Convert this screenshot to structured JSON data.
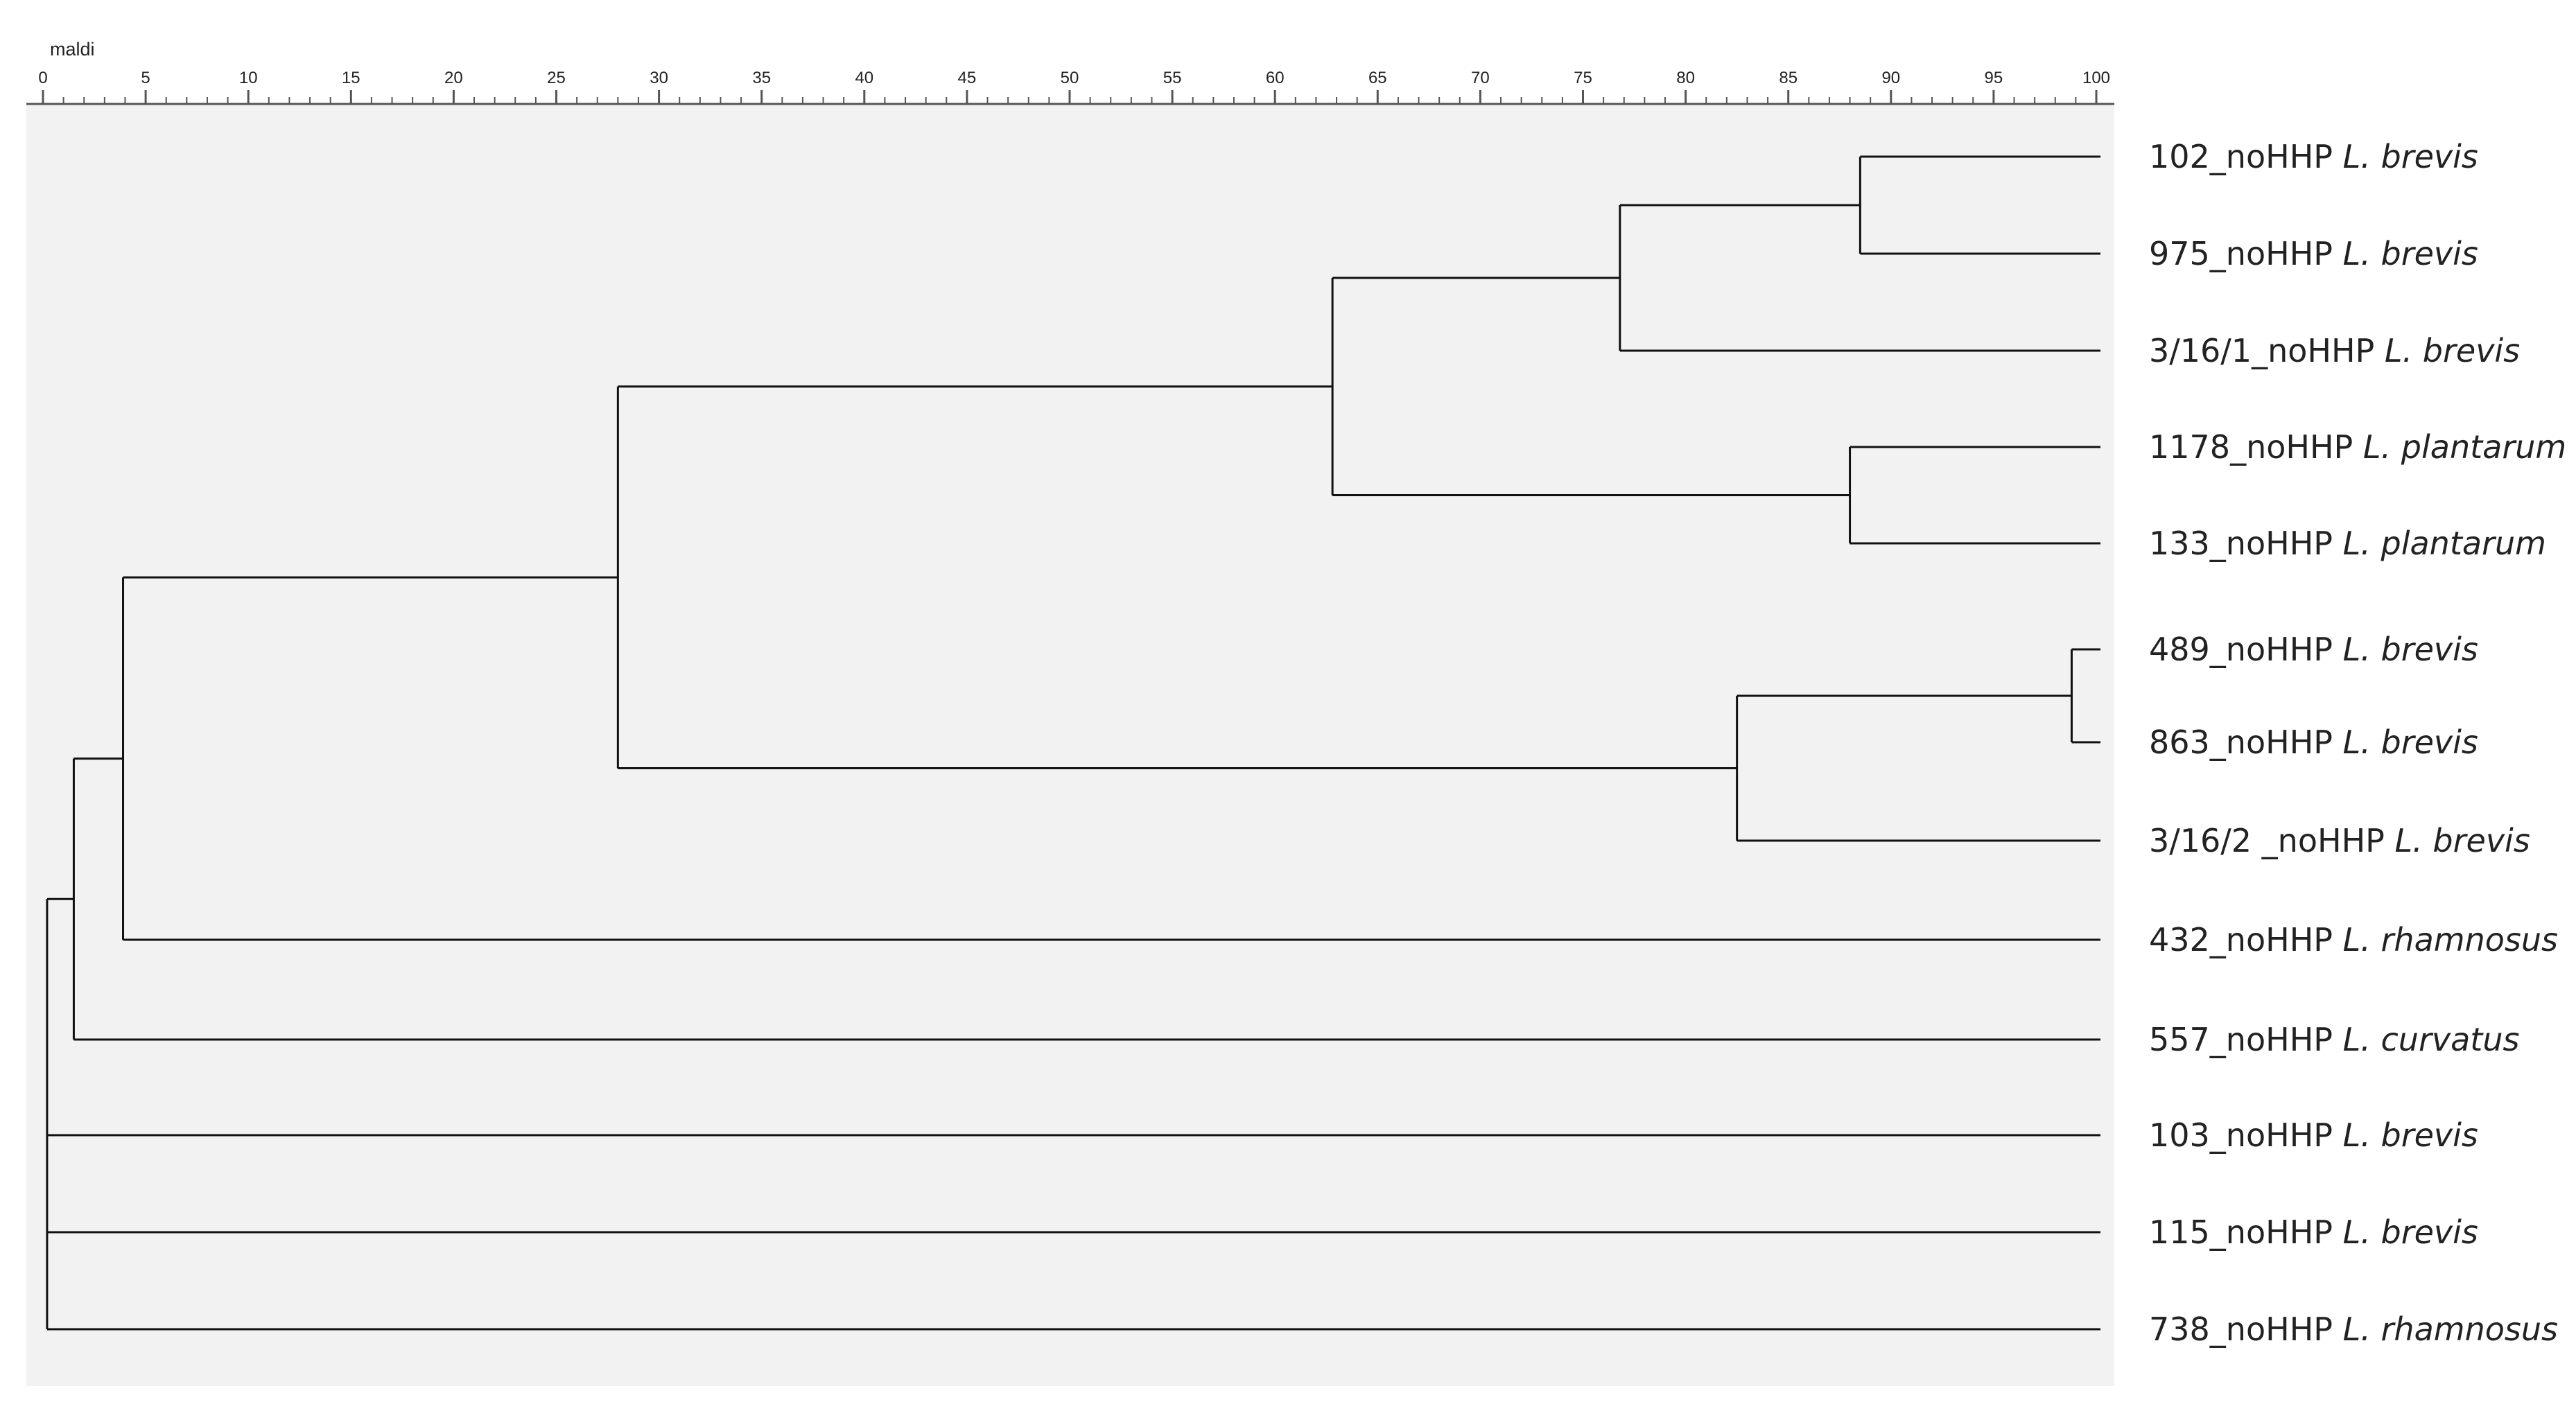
{
  "scale": {
    "title": "maldi",
    "range": [
      0,
      100
    ],
    "major_ticks": [
      0,
      5,
      10,
      15,
      20,
      25,
      30,
      35,
      40,
      45,
      50,
      55,
      60,
      65,
      70,
      75,
      80,
      85,
      90,
      95,
      100
    ],
    "minor_step": 1
  },
  "leaves": [
    {
      "id": "l1",
      "strain": "102_noHHP",
      "species": "L. brevis"
    },
    {
      "id": "l2",
      "strain": "975_noHHP",
      "species": "L. brevis"
    },
    {
      "id": "l3",
      "strain": "3/16/1_noHHP",
      "species": "L. brevis"
    },
    {
      "id": "l4",
      "strain": "1178_noHHP",
      "species": "L. plantarum"
    },
    {
      "id": "l5",
      "strain": "133_noHHP",
      "species": "L. plantarum"
    },
    {
      "id": "l6",
      "strain": "489_noHHP ",
      "species": "L. brevis"
    },
    {
      "id": "l7",
      "strain": "863_noHHP",
      "species": "L. brevis"
    },
    {
      "id": "l8",
      "strain": "3/16/2 _noHHP",
      "species": "L. brevis"
    },
    {
      "id": "l9",
      "strain": "432_noHHP",
      "species": "L. rhamnosus"
    },
    {
      "id": "l10",
      "strain": "557_noHHP",
      "species": "L. curvatus"
    },
    {
      "id": "l11",
      "strain": "103_noHHP",
      "species": "L. brevis"
    },
    {
      "id": "l12",
      "strain": "115_noHHP",
      "species": "L. brevis"
    },
    {
      "id": "l13",
      "strain": "738_noHHP",
      "species": "L. rhamnosus"
    }
  ],
  "merges": [
    {
      "id": "m1",
      "similarity": 88.5,
      "children": [
        "l1",
        "l2"
      ]
    },
    {
      "id": "m2",
      "similarity": 76.8,
      "children": [
        "m1",
        "l3"
      ]
    },
    {
      "id": "m3",
      "similarity": 88.0,
      "children": [
        "l4",
        "l5"
      ]
    },
    {
      "id": "m4",
      "similarity": 62.8,
      "children": [
        "m2",
        "m3"
      ]
    },
    {
      "id": "m5",
      "similarity": 98.8,
      "children": [
        "l6",
        "l7"
      ]
    },
    {
      "id": "m6",
      "similarity": 82.5,
      "children": [
        "m5",
        "l8"
      ]
    },
    {
      "id": "m7",
      "similarity": 28.0,
      "children": [
        "m4",
        "m6"
      ]
    },
    {
      "id": "m8",
      "similarity": 3.9,
      "children": [
        "m7",
        "l9"
      ]
    },
    {
      "id": "m9",
      "similarity": 1.5,
      "children": [
        "m8",
        "l10"
      ]
    },
    {
      "id": "m10",
      "similarity": 0.2,
      "children": [
        "m9",
        "l11",
        "l12",
        "l13"
      ]
    }
  ],
  "colors": {
    "line": "#111111",
    "axis": "#555555",
    "plot_background": "#f2f2f2",
    "page_background": "#ffffff",
    "text": "#222222"
  }
}
